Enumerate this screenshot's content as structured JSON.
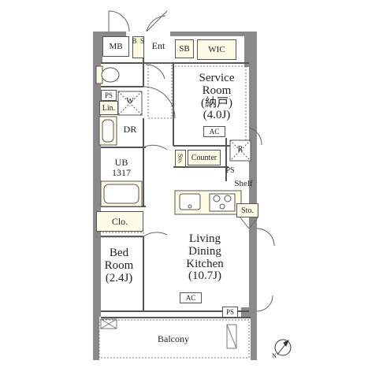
{
  "rooms": {
    "service_room": [
      "Service",
      "Room",
      "(納戸)",
      "(4.0J)"
    ],
    "ldk": [
      "Living",
      "Dining",
      "Kitchen",
      "(10.7J)"
    ],
    "bedroom": [
      "Bed",
      "Room",
      "(2.4J)"
    ],
    "unit_bath": [
      "UB",
      "1317"
    ],
    "balcony": "Balcony"
  },
  "labels": {
    "mb": "MB",
    "sb_left": "S B",
    "ent": "Ent",
    "sb_right": "SB",
    "wic": "WIC",
    "ps_top": "PS",
    "lin": "Lin.",
    "dr": "DR",
    "sto_small": "Sto.",
    "counter": "Counter",
    "ps_mid": "PS",
    "shelf": "Shelf",
    "sto_kitchen": "Sto.",
    "clo": "Clo.",
    "ac_service": "AC",
    "ac_ldk": "AC",
    "ps_balcony": "PS",
    "refrigerator": "R",
    "washer": "W",
    "north": "N"
  },
  "colors": {
    "wall": "#8a8a8a",
    "storage_fill": "#fffbe6",
    "line": "#555555"
  }
}
